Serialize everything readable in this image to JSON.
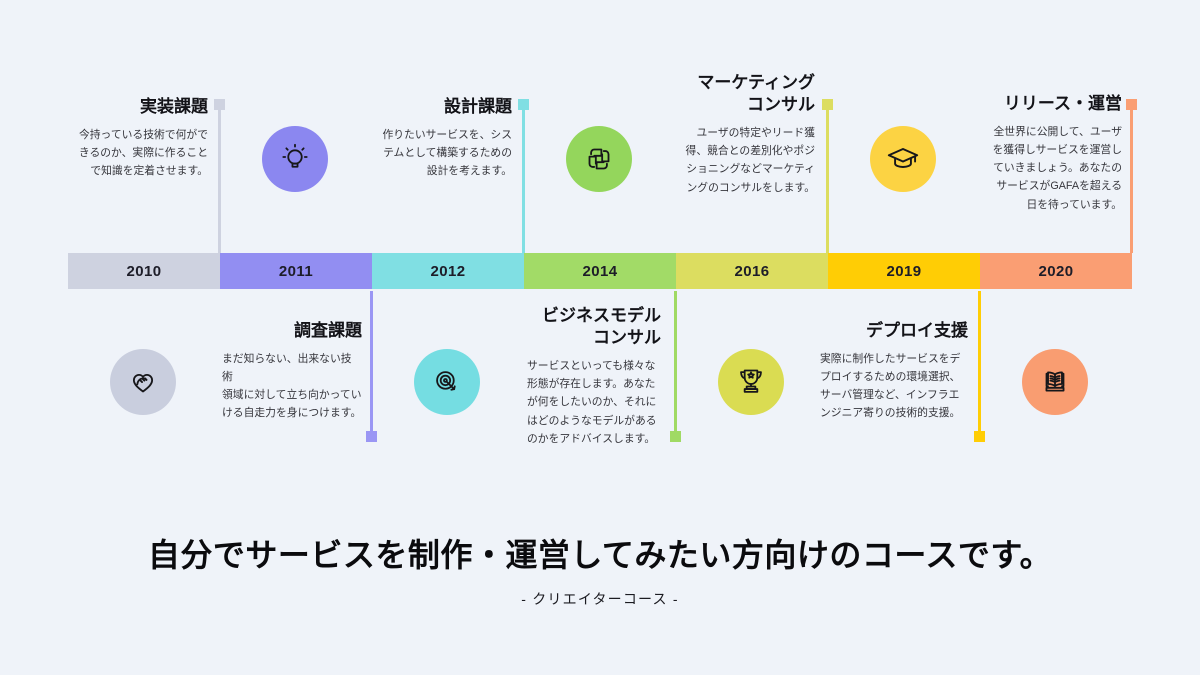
{
  "page": {
    "background": "#eff3f9"
  },
  "timeline": {
    "items": [
      {
        "year": "2010",
        "text_position": "top",
        "title": "実装課題",
        "description": "今持っている技術で何がで\nきるのか、実際に作ること\nで知識を定着させます。",
        "bar_color": "#ced2e0",
        "accent_color": "#ced2e0",
        "circle_color": "#c9cede",
        "icon": "hand-heart-icon"
      },
      {
        "year": "2011",
        "text_position": "bottom",
        "title": "調査課題",
        "description": "まだ知らない、出来ない技術\n領域に対して立ち向かってい\nける自走力を身につけます。",
        "bar_color": "#928ef2",
        "accent_color": "#9a96f4",
        "circle_color": "#8b87f0",
        "icon": "lightbulb-icon"
      },
      {
        "year": "2012",
        "text_position": "top",
        "title": "設計課題",
        "description": "作りたいサービスを、シス\nテムとして構築するための\n設計を考えます。",
        "bar_color": "#80dfe3",
        "accent_color": "#80dfe3",
        "circle_color": "#75dde2",
        "icon": "target-icon"
      },
      {
        "year": "2014",
        "text_position": "bottom",
        "title": "ビジネスモデル\nコンサル",
        "description": "サービスといっても様々な\n形態が存在します。あなた\nが何をしたいのか、それに\nはどのようなモデルがある\nのかをアドバイスします。",
        "bar_color": "#a2db67",
        "accent_color": "#a0da64",
        "circle_color": "#94d65c",
        "icon": "teamwork-hands-icon"
      },
      {
        "year": "2016",
        "text_position": "top",
        "title": "マーケティング\nコンサル",
        "description": "ユーザの特定やリード獲\n得、競合との差別化やポジ\nショニングなどマーケティ\nングのコンサルをします。",
        "bar_color": "#dcdd60",
        "accent_color": "#dcdd60",
        "circle_color": "#dadc52",
        "icon": "trophy-icon"
      },
      {
        "year": "2019",
        "text_position": "bottom",
        "title": "デプロイ支援",
        "description": "実際に制作したサービスをデ\nプロイするための環境選択、\nサーバ管理など、インフラエ\nンジニア寄りの技術的支援。",
        "bar_color": "#ffcd05",
        "accent_color": "#ffcd05",
        "circle_color": "#fcd343",
        "icon": "graduation-cap-icon"
      },
      {
        "year": "2020",
        "text_position": "top",
        "title": "リリース・運営",
        "description": "全世界に公開して、ユーザ\nを獲得しサービスを運営し\nていきましょう。あなたの\nサービスがGAFAを超える\n日を待っています。",
        "bar_color": "#fa9e73",
        "accent_color": "#fa9e73",
        "circle_color": "#f99d71",
        "icon": "open-book-icon"
      }
    ]
  },
  "footer": {
    "heading": "自分でサービスを制作・運営してみたい方向けのコースです。",
    "subheading": "- クリエイターコース -"
  }
}
